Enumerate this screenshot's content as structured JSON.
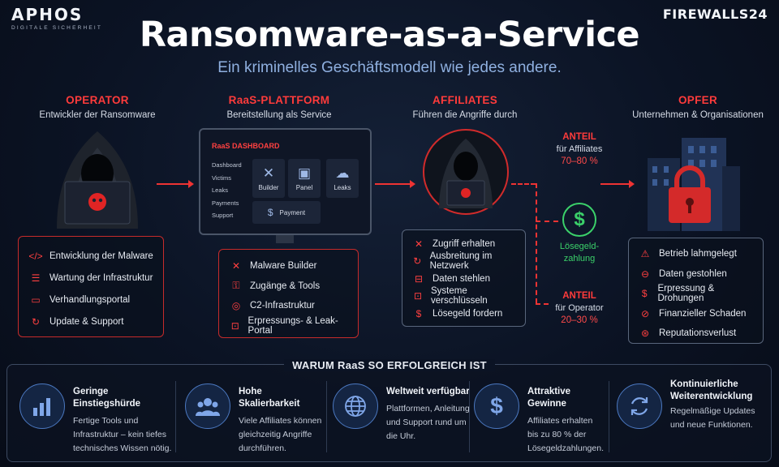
{
  "header": {
    "brand_left": "APHOS",
    "brand_left_tag": "DIGITALE SICHERHEIT",
    "brand_right": "FIREWALLS24",
    "title": "Ransomware-as-a-Service",
    "subtitle": "Ein kriminelles Geschäftsmodell wie jedes andere."
  },
  "operator": {
    "heading": "OPERATOR",
    "sub": "Entwickler der Ransomware",
    "items": [
      {
        "icon": "code-icon",
        "label": "Entwicklung der Malware"
      },
      {
        "icon": "server-icon",
        "label": "Wartung der Infrastruktur"
      },
      {
        "icon": "chat-icon",
        "label": "Verhandlungsportal"
      },
      {
        "icon": "refresh-icon",
        "label": "Update & Support"
      }
    ]
  },
  "platform": {
    "heading": "RaaS-PLATTFORM",
    "sub": "Bereitstellung als Service",
    "dashboard_title": "RaaS DASHBOARD",
    "menu": [
      "Dashboard",
      "Victims",
      "Leaks",
      "Payments",
      "Support"
    ],
    "tiles": [
      "Builder",
      "Panel",
      "Leaks",
      "Payment"
    ],
    "items": [
      {
        "icon": "tools-icon",
        "label": "Malware Builder"
      },
      {
        "icon": "key-icon",
        "label": "Zugänge & Tools"
      },
      {
        "icon": "c2-icon",
        "label": "C2-Infrastruktur"
      },
      {
        "icon": "lock-icon",
        "label": "Erpressungs- & Leak-Portal"
      }
    ]
  },
  "affiliates": {
    "heading": "AFFILIATES",
    "sub": "Führen die Angriffe durch",
    "items": [
      {
        "icon": "access-icon",
        "label": "Zugriff erhalten"
      },
      {
        "icon": "network-icon",
        "label": "Ausbreitung im Netzwerk"
      },
      {
        "icon": "data-icon",
        "label": "Daten stehlen"
      },
      {
        "icon": "encrypt-icon",
        "label": "Systeme verschlüsseln"
      },
      {
        "icon": "ransom-icon",
        "label": "Lösegeld fordern"
      }
    ]
  },
  "payment": {
    "label": "Lösegeld-\nzahlung",
    "share_affiliates": {
      "a": "ANTEIL",
      "b": "für Affiliates",
      "c": "70–80 %"
    },
    "share_operator": {
      "a": "ANTEIL",
      "b": "für Operator",
      "c": "20–30 %"
    }
  },
  "victims": {
    "heading": "OPFER",
    "sub": "Unternehmen & Organisationen",
    "items": [
      {
        "icon": "warning-icon",
        "label": "Betrieb lahmgelegt"
      },
      {
        "icon": "data-stolen-icon",
        "label": "Daten gestohlen"
      },
      {
        "icon": "dollar-icon",
        "label": "Erpressung & Drohungen"
      },
      {
        "icon": "damage-icon",
        "label": "Finanzieller Schaden"
      },
      {
        "icon": "reputation-icon",
        "label": "Reputationsverlust"
      }
    ]
  },
  "why": {
    "heading": "WARUM RaaS SO ERFOLGREICH IST",
    "features": [
      {
        "icon": "bar-chart-icon",
        "title": "Geringe Einstiegshürde",
        "desc": "Fertige Tools und\nInfrastruktur – kein tiefes\ntechnisches Wissen nötig."
      },
      {
        "icon": "users-icon",
        "title": "Hohe Skalierbarkeit",
        "desc": "Viele Affiliates können\ngleichzeitig Angriffe\ndurchführen."
      },
      {
        "icon": "globe-icon",
        "title": "Weltweit verfügbar",
        "desc": "Plattformen, Anleitung\nund Support rund um\ndie Uhr."
      },
      {
        "icon": "dollar-icon",
        "title": "Attraktive Gewinne",
        "desc": "Affiliates erhalten\nbis zu 80 % der\nLösegeldzahlungen."
      },
      {
        "icon": "cycle-icon",
        "title": "Kontinuierliche\nWeiterentwicklung",
        "desc": "Regelmäßige Updates\nund neue Funktionen."
      }
    ]
  },
  "colors": {
    "accent": "#ff3b3b",
    "panel_border": "#3d4a62",
    "feature_icon": "#4b78c0"
  }
}
